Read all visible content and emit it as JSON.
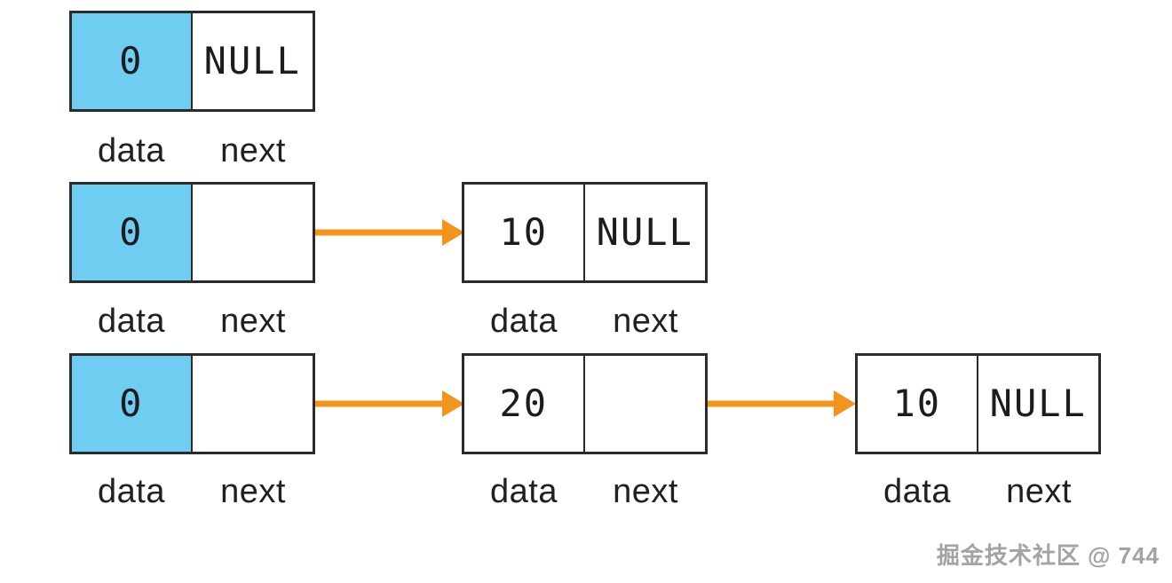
{
  "labels": {
    "data": "data",
    "next": "next"
  },
  "steps": [
    {
      "nodes": [
        {
          "data": "0",
          "next": "NULL"
        }
      ]
    },
    {
      "nodes": [
        {
          "data": "0",
          "next": ""
        },
        {
          "data": "10",
          "next": "NULL"
        }
      ]
    },
    {
      "nodes": [
        {
          "data": "0",
          "next": ""
        },
        {
          "data": "20",
          "next": ""
        },
        {
          "data": "10",
          "next": "NULL"
        }
      ]
    }
  ],
  "colors": {
    "head_node_fill": "#6FCDF2",
    "arrow": "#F3941D",
    "node_border": "#2b2b2b",
    "watermark_text": "#a3a3a3"
  },
  "watermark": "掘金技术社区 @ 744"
}
